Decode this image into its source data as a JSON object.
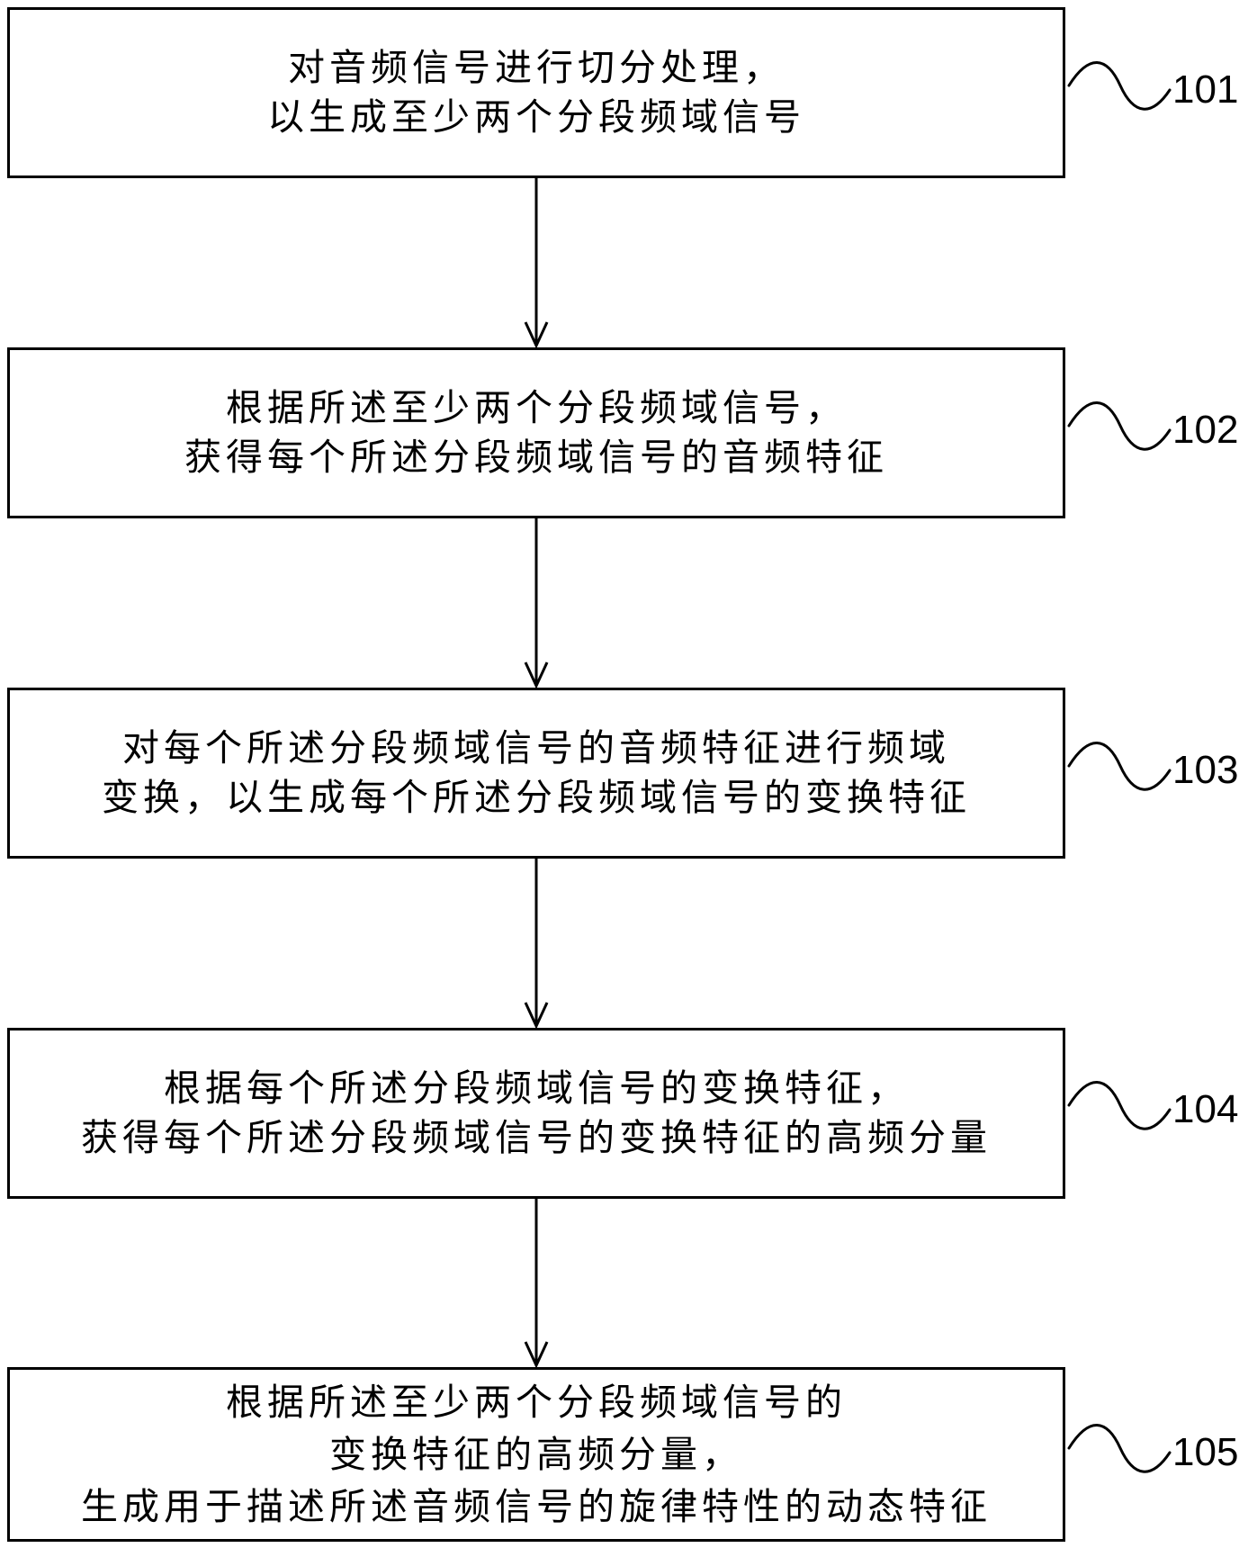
{
  "steps": [
    {
      "lines": [
        "对音频信号进行切分处理，",
        "以生成至少两个分段频域信号"
      ],
      "label": "101"
    },
    {
      "lines": [
        "根据所述至少两个分段频域信号，",
        "获得每个所述分段频域信号的音频特征"
      ],
      "label": "102"
    },
    {
      "lines": [
        "对每个所述分段频域信号的音频特征进行频域",
        "变换，以生成每个所述分段频域信号的变换特征"
      ],
      "label": "103"
    },
    {
      "lines": [
        "根据每个所述分段频域信号的变换特征，",
        "获得每个所述分段频域信号的变换特征的高频分量"
      ],
      "label": "104"
    },
    {
      "lines": [
        "根据所述至少两个分段频域信号的",
        "变换特征的高频分量，",
        "生成用于描述所述音频信号的旋律特性的动态特征"
      ],
      "label": "105"
    }
  ]
}
